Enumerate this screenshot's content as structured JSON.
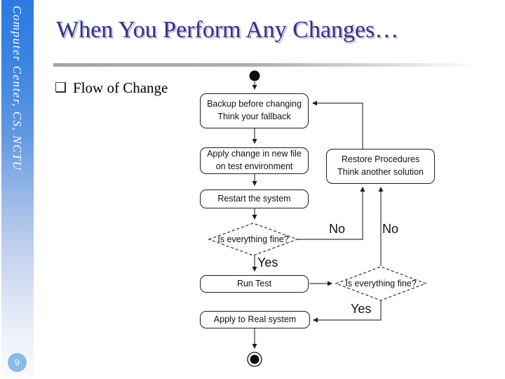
{
  "slide": {
    "title": "When You Perform Any Changes…",
    "page_number": "9"
  },
  "sidebar": {
    "text": "Computer Center, CS, NCTU"
  },
  "bullet": {
    "marker": "❑",
    "text": "Flow of Change"
  },
  "flowchart": {
    "nodes": {
      "start": "activity-start-node",
      "backup": {
        "line1": "Backup before changing",
        "line2": "Think your fallback"
      },
      "apply_test": {
        "line1": "Apply change in new file",
        "line2": "on test environment"
      },
      "restart": {
        "label": "Restart the system"
      },
      "decision1": {
        "label": "Is everything fine?"
      },
      "run_test": {
        "label": "Run Test"
      },
      "decision2": {
        "label": "Is everything fine?"
      },
      "restore": {
        "line1": "Restore Procedures",
        "line2": "Think another solution"
      },
      "apply_real": {
        "label": "Apply to Real system"
      },
      "end": "activity-final-node"
    },
    "edge_labels": {
      "yes1": "Yes",
      "no1": "No",
      "no2": "No",
      "yes2": "Yes"
    }
  },
  "colors": {
    "sidebar_top": "#2B7AE2",
    "sidebar_bottom": "#FBFCFE",
    "title_text": "#333387",
    "title_shadow": "#B8B6CC",
    "page_badge": "#8CBAE8",
    "divider_gray": "#A5A5A5",
    "flow_stroke": "#1D1D1D"
  }
}
